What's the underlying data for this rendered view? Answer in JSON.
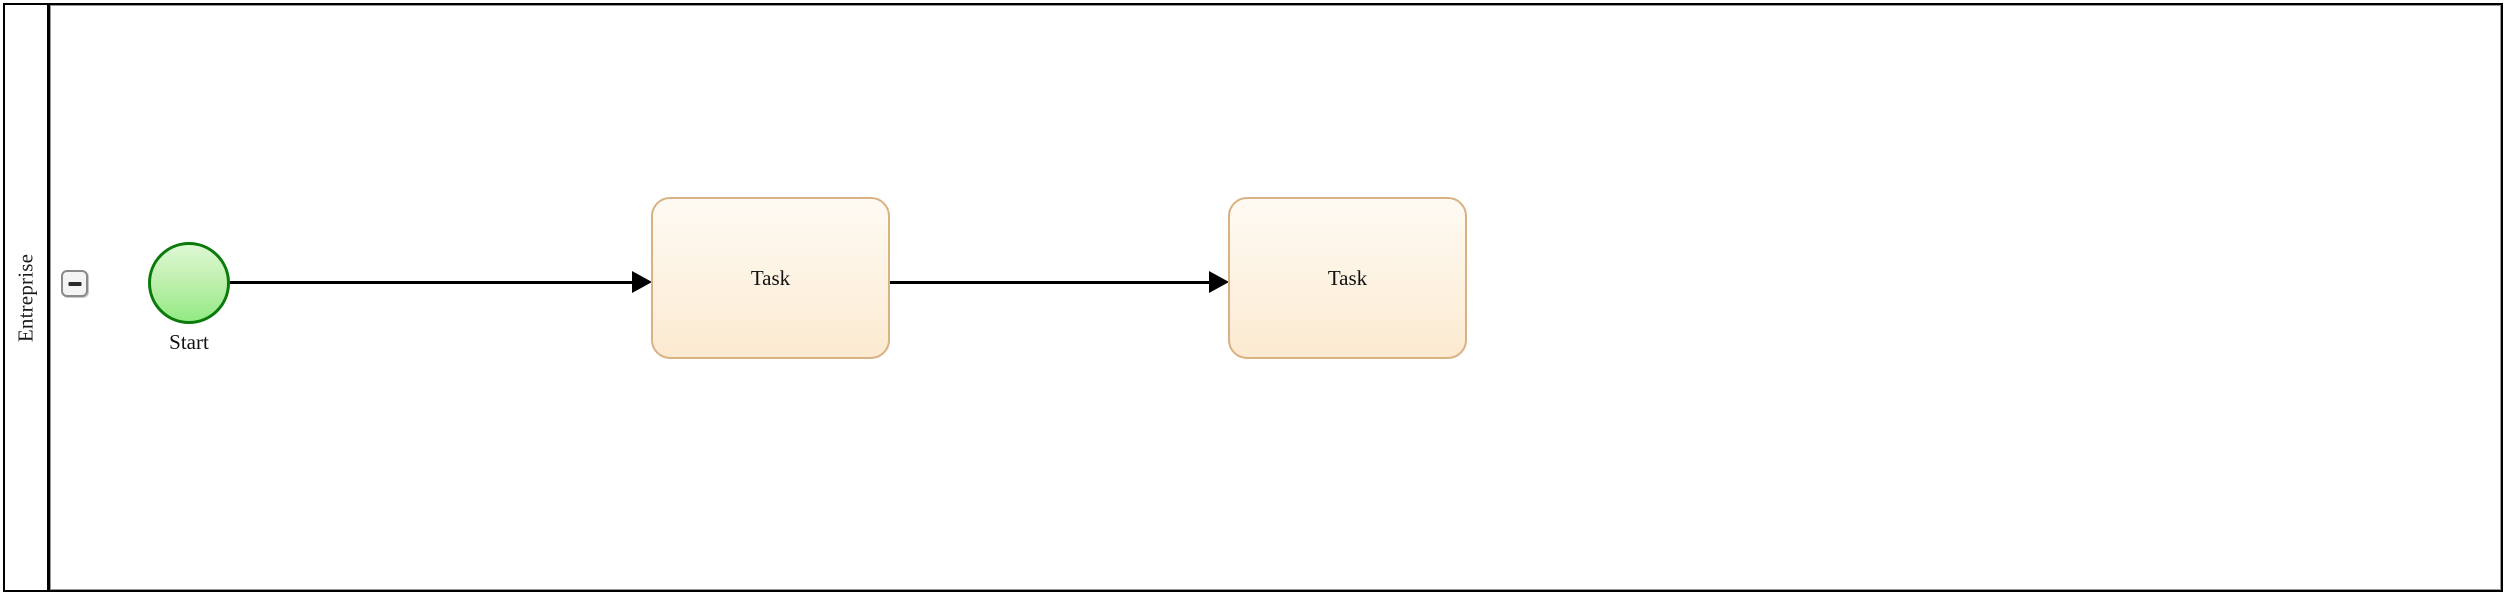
{
  "diagram": {
    "type": "bpmn-process",
    "pool": {
      "lane_label": "Entreprise",
      "collapse_button": {
        "icon": "minus-icon",
        "state": "expanded"
      }
    },
    "nodes": [
      {
        "id": "start-event",
        "type": "start-event",
        "label": "Start",
        "shape": "circle",
        "fill_top": "#ddf8d4",
        "fill_bottom": "#93ea84",
        "stroke": "#0a7a0a"
      },
      {
        "id": "task-1",
        "type": "task",
        "label": "Task",
        "shape": "rounded-rectangle",
        "fill_top": "#fefaf3",
        "fill_bottom": "#fcead0",
        "stroke": "#d9b183"
      },
      {
        "id": "task-2",
        "type": "task",
        "label": "Task",
        "shape": "rounded-rectangle",
        "fill_top": "#fefaf3",
        "fill_bottom": "#fcead0",
        "stroke": "#d9b183"
      }
    ],
    "flows": [
      {
        "id": "flow-1",
        "type": "sequence-flow",
        "from": "start-event",
        "to": "task-1",
        "stroke": "#000000",
        "arrow": "solid-triangle"
      },
      {
        "id": "flow-2",
        "type": "sequence-flow",
        "from": "task-1",
        "to": "task-2",
        "stroke": "#000000",
        "arrow": "solid-triangle"
      }
    ],
    "colors": {
      "pool_border": "#000000",
      "lane_divider": "#000000",
      "lane_body_border": "#9a9a9a",
      "canvas_background": "#ffffff",
      "button_fill": "#f4f4f4",
      "button_border": "#8a8a8a",
      "button_glyph": "#2a2a2a"
    }
  }
}
